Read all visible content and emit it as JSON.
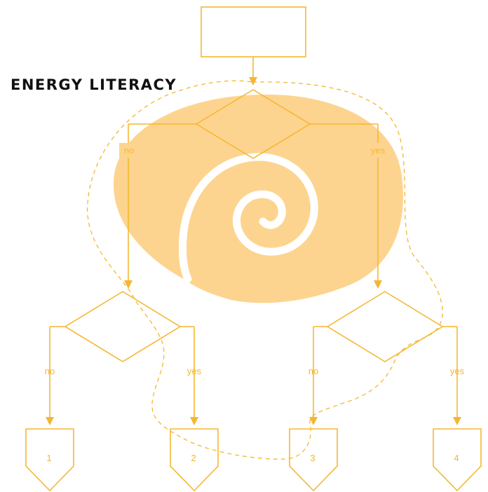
{
  "title": "ENERGY LITERACY",
  "branch_labels": {
    "top_left": "no",
    "top_right": "yes",
    "left_no": "no",
    "left_yes": "yes",
    "right_no": "no",
    "right_yes": "yes"
  },
  "outcomes": [
    "1",
    "2",
    "3",
    "4"
  ],
  "colors": {
    "accent": "#f5b731",
    "blob": "#fdd48f",
    "title": "#111111"
  }
}
